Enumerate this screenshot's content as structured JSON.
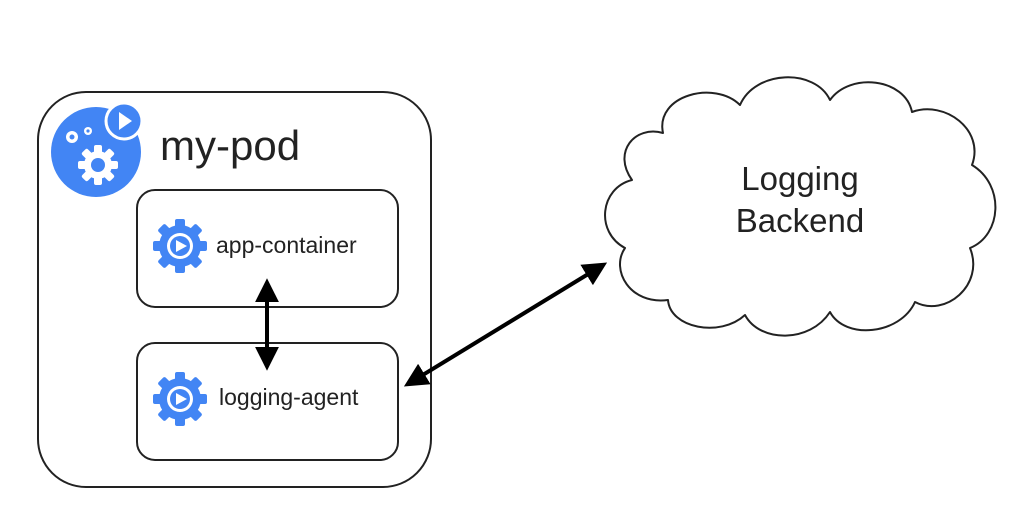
{
  "pod": {
    "title": "my-pod",
    "icon": "pod-gears-icon",
    "accent_color": "#4285F4"
  },
  "containers": [
    {
      "label": "app-container",
      "icon": "container-gear-icon"
    },
    {
      "label": "logging-agent",
      "icon": "container-gear-icon"
    }
  ],
  "backend": {
    "line1": "Logging",
    "line2": "Backend"
  },
  "connectors": [
    {
      "from": "app-container",
      "to": "logging-agent",
      "style": "bidirectional-arrow"
    },
    {
      "from": "logging-agent",
      "to": "Logging Backend",
      "style": "bidirectional-arrow"
    }
  ]
}
